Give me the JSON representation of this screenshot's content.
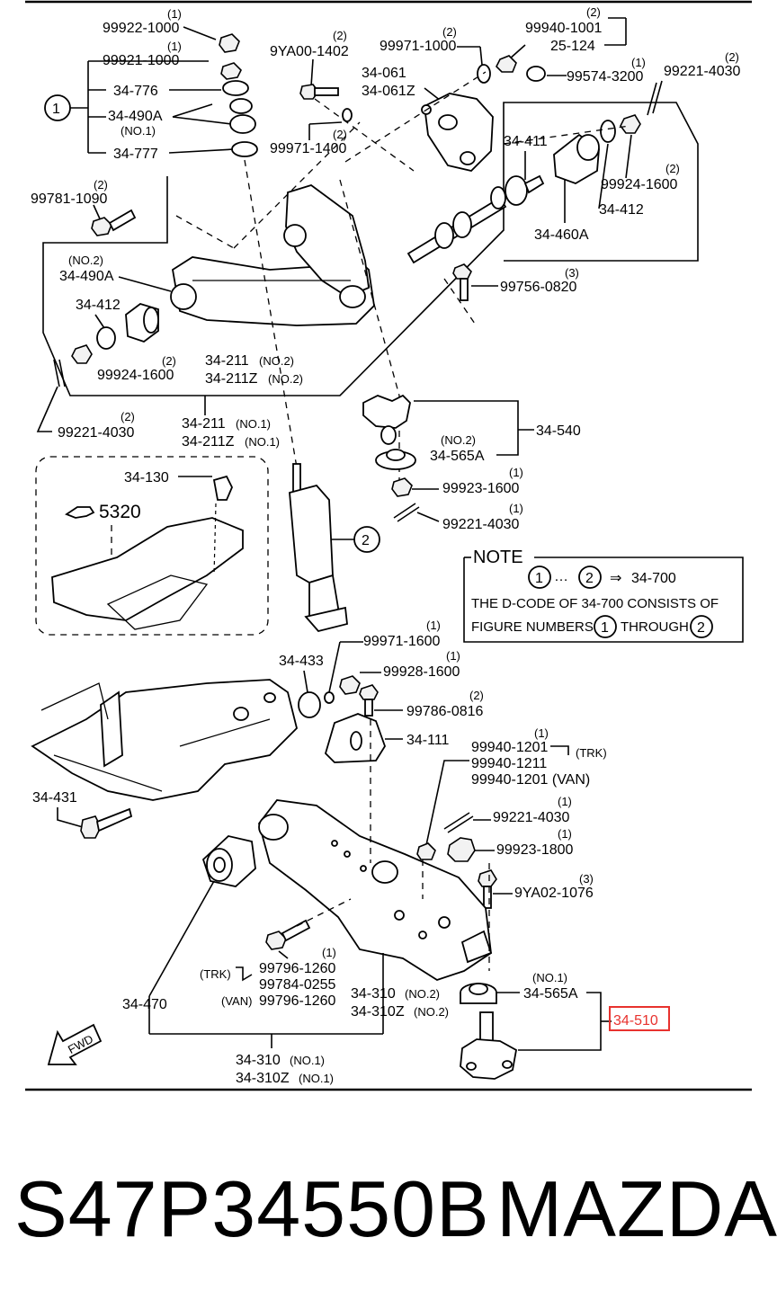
{
  "footer": {
    "part_number": "S47P34550B",
    "brand": "MAZDA"
  },
  "labels": {
    "p99922_1000": "99922-1000",
    "p99922_1000_q": "(1)",
    "p99921_1000": "99921-1000",
    "p99921_1000_q": "(1)",
    "p34_776": "34-776",
    "p34_490A": "34-490A",
    "no1": "(NO.1)",
    "p34_777": "34-777",
    "p9YA00_1402": "9YA00-1402",
    "p9YA00_1402_q": "(2)",
    "p99971_1000": "99971-1000",
    "p99971_1000_q": "(2)",
    "p99940_1001": "99940-1001",
    "p99940_1001_q": "(2)",
    "p25_124": "25-124",
    "p34_061": "34-061",
    "p34_061Z": "34-061Z",
    "p99574_3200": "99574-3200",
    "p99574_3200_q": "(1)",
    "p99221_4030_top": "99221-4030",
    "p99221_4030_top_q": "(2)",
    "p99971_1400": "99971-1400",
    "p99971_1400_q": "(2)",
    "p99781_1090": "99781-1090",
    "p99781_1090_q": "(2)",
    "p34_411": "34-411",
    "p99924_1600_r": "99924-1600",
    "p99924_1600_r_q": "(2)",
    "p34_412_r": "34-412",
    "p34_460A": "34-460A",
    "no2_a": "(NO.2)",
    "p34_490A_2": "34-490A",
    "p34_412_l": "34-412",
    "p99756_0820": "99756-0820",
    "p99756_0820_q": "(3)",
    "p99924_1600_l": "99924-1600",
    "p99924_1600_l_q": "(2)",
    "p34_211_a": "34-211",
    "no2_b": "(NO.2)",
    "p34_211Z_a": "34-211Z",
    "no2_c": "(NO.2)",
    "p99221_4030_l": "99221-4030",
    "p99221_4030_l_q": "(2)",
    "p34_211_b": "34-211",
    "no1_b": "(NO.1)",
    "p34_211Z_b": "34-211Z",
    "no1_c": "(NO.1)",
    "p34_540": "34-540",
    "no2_d": "(NO.2)",
    "p34_565A_top": "34-565A",
    "p34_130": "34-130",
    "p5320": "5320",
    "p99923_1600": "99923-1600",
    "p99923_1600_q": "(1)",
    "p99221_4030_m": "99221-4030",
    "p99221_4030_m_q": "(1)",
    "note_title": "NOTE",
    "note_target": "34-700",
    "note_line1": "THE D-CODE OF  34-700  CONSISTS OF",
    "note_line2a": "FIGURE NUMBERS",
    "note_line2b": "THROUGH",
    "circle1": "1",
    "circle2": "2",
    "p99971_1600": "99971-1600",
    "p99971_1600_q": "(1)",
    "p34_433": "34-433",
    "p99928_1600": "99928-1600",
    "p99928_1600_q": "(1)",
    "p99786_0816": "99786-0816",
    "p99786_0816_q": "(2)",
    "p34_111": "34-111",
    "p99940_1201": "99940-1201",
    "p99940_1201_q": "(1)",
    "trk": "(TRK)",
    "p99940_1211": "99940-1211",
    "p99940_1201_van": "99940-1201 (VAN)",
    "p34_431": "34-431",
    "p99221_4030_b": "99221-4030",
    "p99221_4030_b_q": "(1)",
    "p99923_1800": "99923-1800",
    "p99923_1800_q": "(1)",
    "p9YA02_1076": "9YA02-1076",
    "p9YA02_1076_q": "(3)",
    "p99796_1260_trk": "99796-1260",
    "p99796_1260_q": "(1)",
    "trk2": "(TRK)",
    "p99784_0255": "99784-0255",
    "van": "(VAN)",
    "p99796_1260_van": "99796-1260",
    "p34_470": "34-470",
    "p34_310_a": "34-310",
    "no2_e": "(NO.2)",
    "p34_310Z_a": "34-310Z",
    "no2_f": "(NO.2)",
    "no1_d": "(NO.1)",
    "p34_565A_bot": "34-565A",
    "p34_510": "34-510",
    "p34_310_b": "34-310",
    "no1_e": "(NO.1)",
    "p34_310Z_b": "34-310Z",
    "no1_f": "(NO.1)",
    "fwd": "FWD"
  },
  "colors": {
    "highlight": "#e8322e"
  }
}
